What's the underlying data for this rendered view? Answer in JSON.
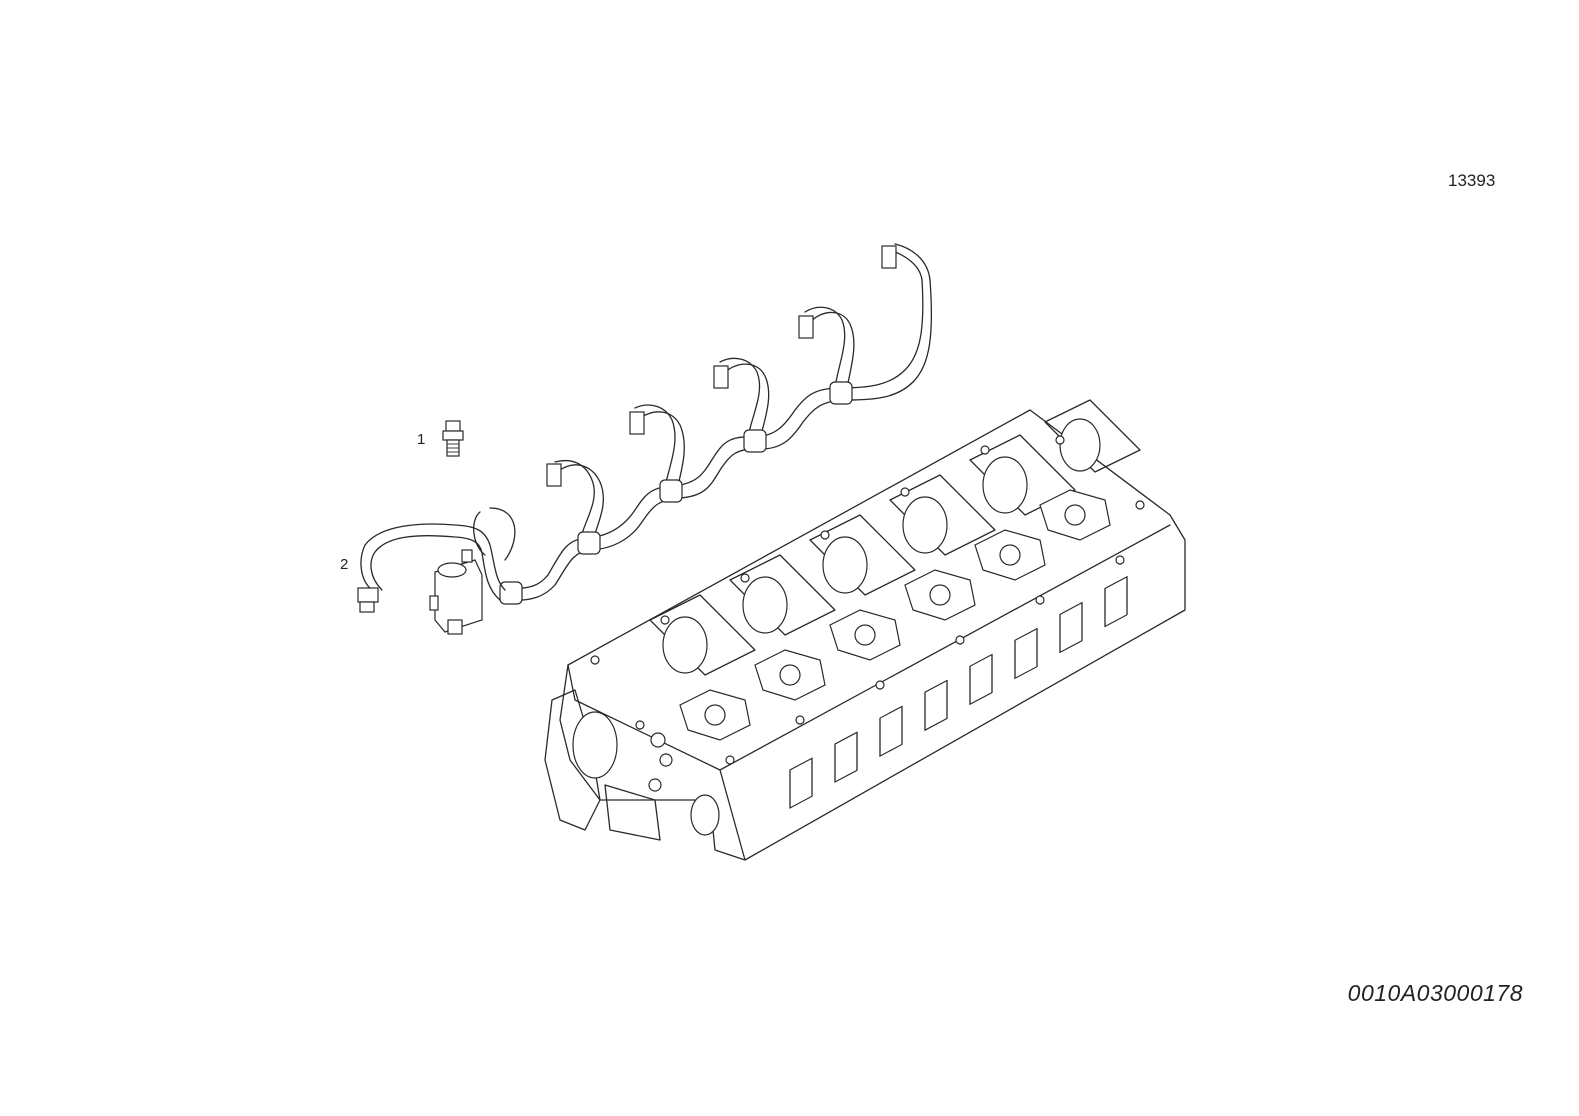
{
  "diagram": {
    "reference_number": "13393",
    "document_code": "0010A03000178",
    "callouts": [
      {
        "id": "callout-1",
        "label": "1"
      },
      {
        "id": "callout-2",
        "label": "2"
      }
    ]
  }
}
